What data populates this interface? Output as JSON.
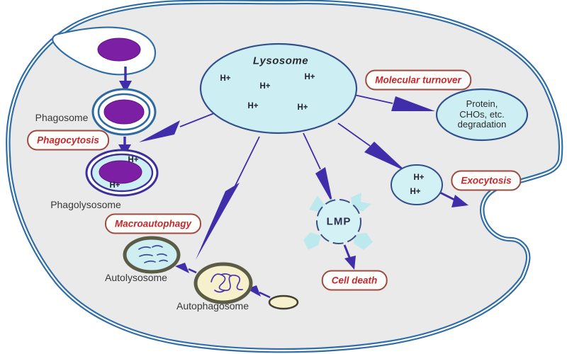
{
  "diagram": {
    "lysosome": {
      "label": "Lysosome",
      "protons": [
        "H+",
        "H+",
        "H+",
        "H+",
        "H+"
      ]
    },
    "phagosome": {
      "label": "Phagosome"
    },
    "phagolysosome": {
      "label": "Phagolysosome",
      "proton_top": "H+",
      "proton_bottom": "H+"
    },
    "exocytosis_vesicle": {
      "proton_top": "H+",
      "proton_bottom": "H+"
    },
    "lmp_vesicle": {
      "label": "LMP"
    },
    "degradation_vesicle": {
      "line1": "Protein,",
      "line2": "CHOs, etc.",
      "line3": "degradation"
    },
    "autolysosome": {
      "label": "Autolysosome"
    },
    "autophagosome": {
      "label": "Autophagosome"
    },
    "process_labels": {
      "phagocytosis": "Phagocytosis",
      "molecular_turnover": "Molecular turnover",
      "exocytosis": "Exocytosis",
      "macroautophagy": "Macroautophagy",
      "cell_death": "Cell death"
    },
    "colors": {
      "membrane_blue": "#2e6da6",
      "arrow_indigo": "#3f2daa",
      "cargo_purple": "#7d1fa5",
      "lumen_cyan": "#cdeff3",
      "vesicle_cream": "#f6efcc",
      "label_red": "#c62830",
      "box_border_red": "#9c4b42",
      "cytoplasm_gray": "#eaeaeb"
    }
  }
}
